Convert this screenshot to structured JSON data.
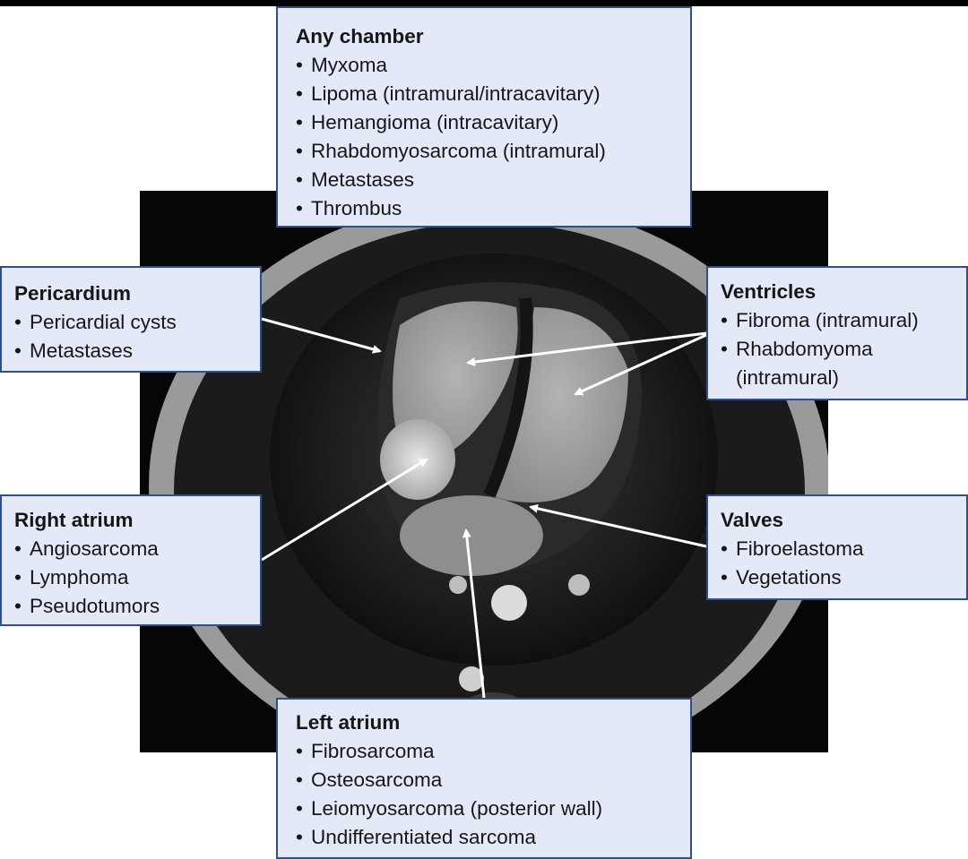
{
  "boxes": {
    "any_chamber": {
      "title": "Any chamber",
      "items": [
        "Myxoma",
        "Lipoma (intramural/intracavitary)",
        "Hemangioma (intracavitary)",
        "Rhabdomyosarcoma (intramural)",
        "Metastases",
        "Thrombus"
      ]
    },
    "pericardium": {
      "title": "Pericardium",
      "items": [
        "Pericardial cysts",
        "Metastases"
      ]
    },
    "ventricles": {
      "title": "Ventricles",
      "items": [
        "Fibroma (intramural)",
        "Rhabdomyoma (intramural)"
      ]
    },
    "right_atrium": {
      "title": "Right atrium",
      "items": [
        "Angiosarcoma",
        "Lymphoma",
        "Pseudotumors"
      ]
    },
    "valves": {
      "title": "Valves",
      "items": [
        "Fibroelastoma",
        "Vegetations"
      ]
    },
    "left_atrium": {
      "title": "Left atrium",
      "items": [
        "Fibrosarcoma",
        "Osteosarcoma",
        "Leiomyosarcoma (posterior wall)",
        "Undifferentiated sarcoma"
      ]
    }
  },
  "colors": {
    "box_fill": "#e3e9f6",
    "box_border": "#2d4f8c",
    "arrow": "#ffffff",
    "text": "#161616"
  }
}
